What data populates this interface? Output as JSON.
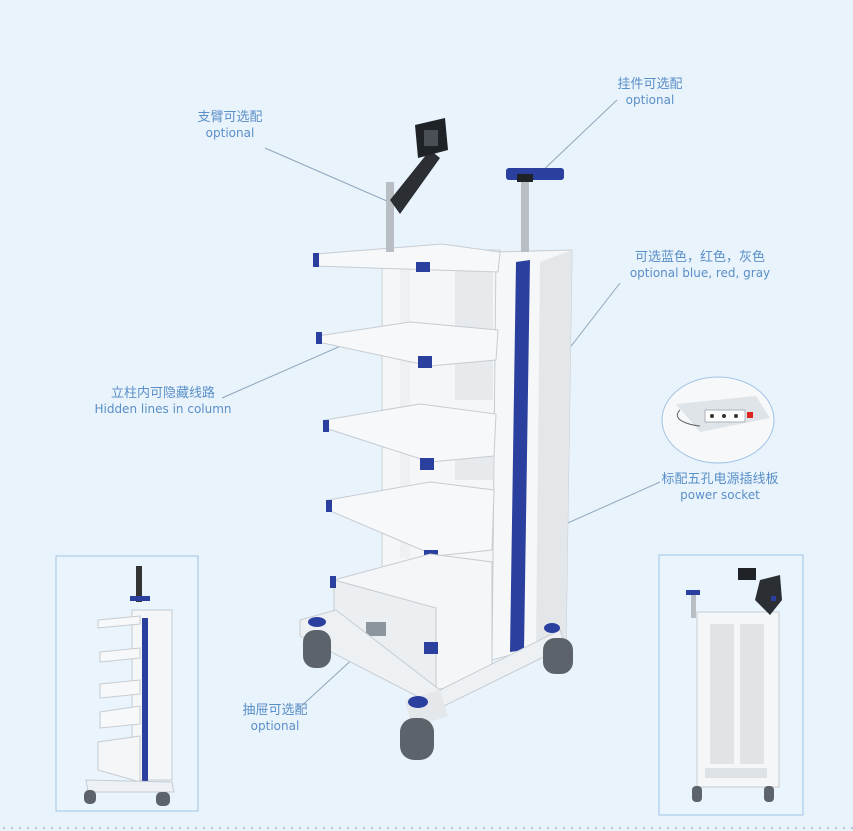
{
  "colors": {
    "background": "#e9f3fb",
    "label_text": "#5a8fc8",
    "accent_blue": "#2a3f9e",
    "frame_border": "#9fc3e6",
    "cart_white": "#f2f4f5",
    "cart_shadow": "#cfd5da"
  },
  "labels": {
    "arm": {
      "zh": "支臂可选配",
      "en": "optional"
    },
    "hanger": {
      "zh": "挂件可选配",
      "en": "optional"
    },
    "colors": {
      "zh": "可选蓝色，红色，灰色",
      "en": "optional blue, red, gray"
    },
    "hidden_lines": {
      "zh": "立柱内可隐藏线路",
      "en": "Hidden lines in column"
    },
    "socket": {
      "zh": "标配五孔电源插线板",
      "en": "power socket"
    },
    "drawer": {
      "zh": "抽屉可选配",
      "en": "optional"
    }
  }
}
